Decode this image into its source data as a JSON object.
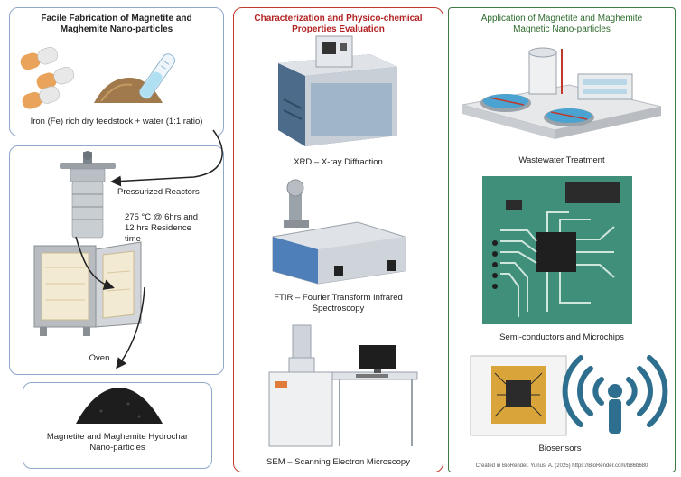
{
  "colors": {
    "left_border": "#8fa8cc",
    "mid_border": "#c0392b",
    "right_border": "#3d7a45",
    "mid_title": "#b22222",
    "right_title": "#2e6b2e"
  },
  "left": {
    "title": "Facile Fabrication of Magnetite and\nMaghemite Nano-particles",
    "feedstock": "Iron (Fe) rich dry feedstock + water (1:1 ratio)",
    "reactor_label": "Pressurized Reactors",
    "conditions": "275 °C  @ 6hrs and\n12 hrs Residence\ntime",
    "oven_label": "Oven",
    "product": "Magnetite and Maghemite Hydrochar\nNano-particles"
  },
  "middle": {
    "title": "Characterization and Physico-chemical\nProperties Evaluation",
    "xrd": "XRD – X-ray Diffraction",
    "ftir": "FTIR – Fourier Transform Infrared\nSpectroscopy",
    "sem": "SEM – Scanning Electron Microscopy"
  },
  "right": {
    "title": "Application of Magnetite and Maghemite\nMagnetic Nano-particles",
    "wastewater": "Wastewater Treatment",
    "semiconductors": "Semi-conductors and  Microchips",
    "biosensors": "Biosensors"
  },
  "credit": "Created in BioRender. Yunus, A. (2025) https://BioRender.com/b86b680",
  "icons": [
    "capsule-icon",
    "soil-pile-icon",
    "test-tube-icon",
    "reactor-icon",
    "oven-icon",
    "char-pile-icon",
    "xrd-instrument-icon",
    "ftir-instrument-icon",
    "sem-instrument-icon",
    "treatment-plant-icon",
    "circuit-board-icon",
    "microchip-icon",
    "wireless-sensor-icon"
  ]
}
